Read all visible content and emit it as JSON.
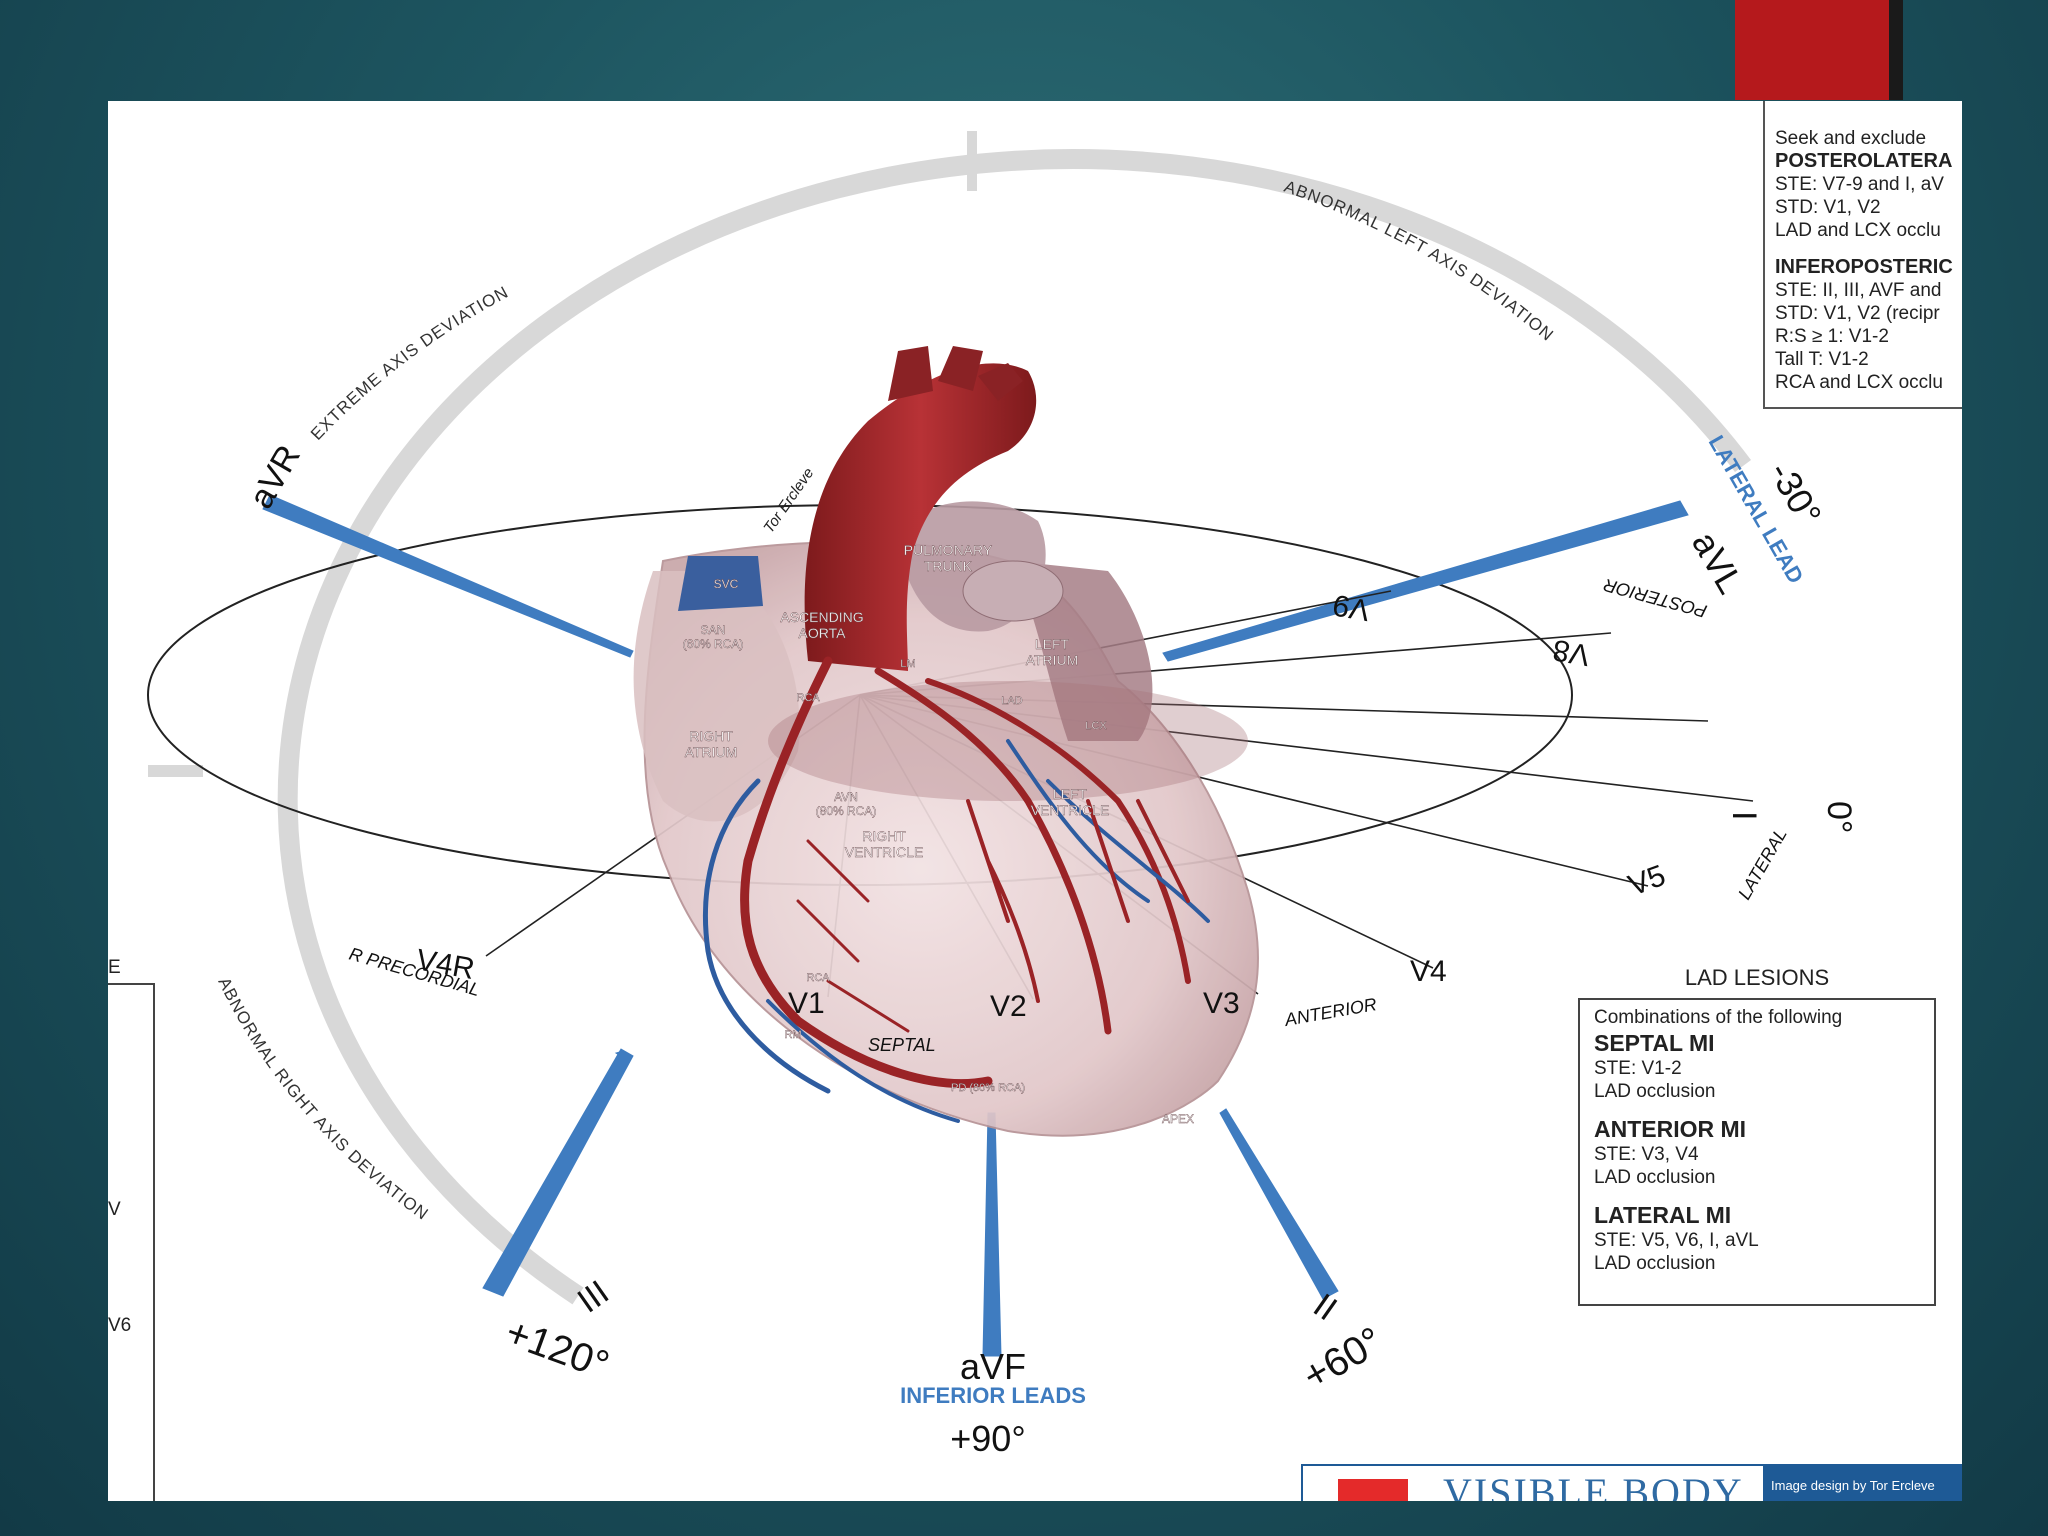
{
  "axis_arc": {
    "extreme_label": "EXTREME AXIS DEVIATION",
    "abnormal_left_label": "ABNORMAL LEFT AXIS DEVIATION",
    "abnormal_right_label": "ABNORMAL RIGHT AXIS DEVIATION"
  },
  "limb_leads": {
    "avr": "aVR",
    "avl": "aVL",
    "avl_group": "LATERAL LEAD",
    "avl_angle": "-30°",
    "i": "I",
    "i_angle": "0°",
    "ii": "II",
    "ii_angle": "+60°",
    "iii": "III",
    "iii_angle": "+120°",
    "avf": "aVF",
    "avf_group": "INFERIOR LEADS",
    "avf_angle": "+90°"
  },
  "precordial": {
    "v1": "V1",
    "v2": "V2",
    "v3": "V3",
    "v4": "V4",
    "v5": "V5",
    "v8": "V8",
    "v9": "V9",
    "v4r": "V4R",
    "posterior": "POSTERIOR",
    "lateral": "LATERAL",
    "anterior": "ANTERIOR",
    "septal": "SEPTAL",
    "r_precordial": "R PRECORDIAL"
  },
  "heart_labels": {
    "svc": "SVC",
    "san": "SAN",
    "san_sub": "(60% RCA)",
    "ascending": "ASCENDING",
    "aorta": "AORTA",
    "pulmonary": "PULMONARY",
    "trunk": "TRUNK",
    "left": "LEFT",
    "atrium": "ATRIUM",
    "right": "RIGHT",
    "ventricle": "VENTRICLE",
    "avn": "AVN",
    "avn_sub": "(80% RCA)",
    "rca": "RCA",
    "lad": "LAD",
    "lcx": "LCX",
    "lm": "LM",
    "apex": "APEX",
    "rm": "RM",
    "pd": "PD (80% RCA)",
    "credit_script": "Tor Ercleve"
  },
  "top_right_panel": {
    "intro": "Seek and exclude",
    "posterolateral": "POSTEROLATERA",
    "pl_1": "STE: V7-9 and I, aV",
    "pl_2": "STD: V1, V2",
    "pl_3": "LAD and LCX occlu",
    "inferoposterior": "INFEROPOSTERIC",
    "ip_1": "STE: II, III, AVF and",
    "ip_2": "STD: V1, V2 (recipr",
    "ip_3": "R:S ≥ 1: V1-2",
    "ip_4": "Tall T: V1-2",
    "ip_5": "RCA and LCX occlu"
  },
  "lad_lesions": {
    "title": "LAD LESIONS",
    "intro": "Combinations of the following",
    "septal_title": "SEPTAL MI",
    "septal_ste": "STE: V1-2",
    "septal_occ": "LAD occlusion",
    "anterior_title": "ANTERIOR MI",
    "anterior_ste": "STE: V3, V4",
    "anterior_occ": "LAD occlusion",
    "lateral_title": "LATERAL MI",
    "lateral_ste": "STE: V5, V6, I, aVL",
    "lateral_occ": "LAD occlusion"
  },
  "left_fragments": {
    "a": "E",
    "b": "V",
    "c": "V6"
  },
  "footer": {
    "logo": "VISIBLE BODY",
    "credit": "Image design by Tor Ercleve"
  },
  "colors": {
    "lead_blue": "#3f7cc0",
    "ring_gray": "#d8d8d8",
    "artery_red": "#9a2326",
    "heart_pink": "#e8d2d4"
  }
}
